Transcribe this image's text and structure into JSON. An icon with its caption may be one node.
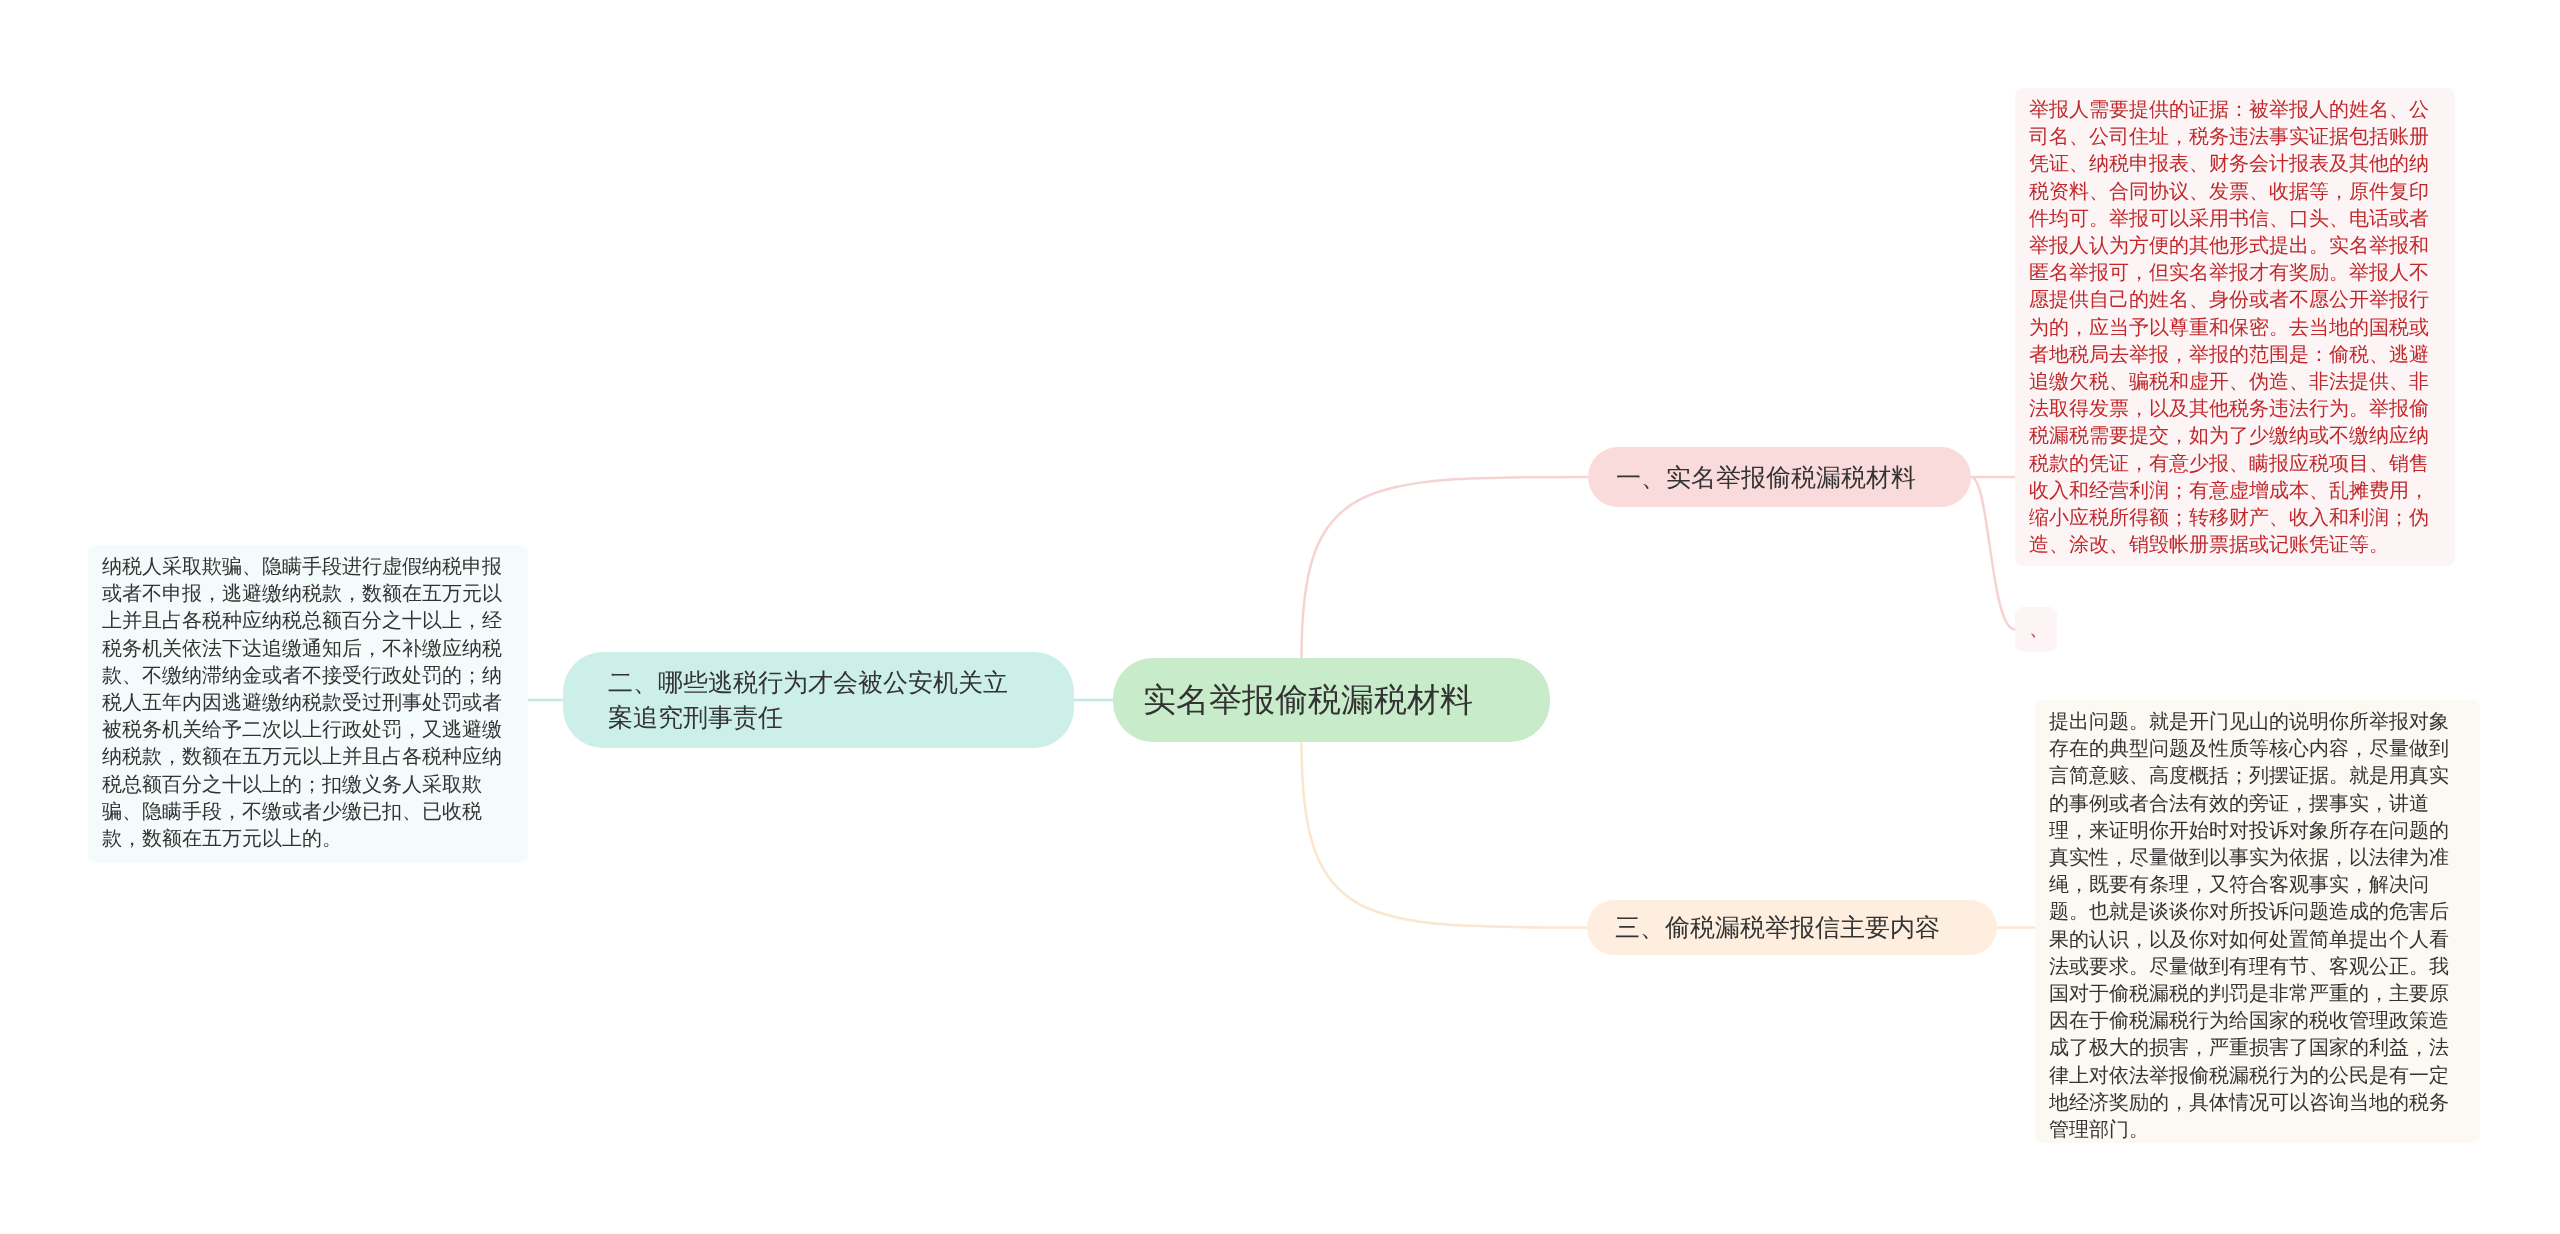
{
  "diagram": {
    "nodes": [
      {
        "text": [
          "实名举报偷税漏税材料"
        ]
      },
      {
        "text": [
          "一、实名举报偷税漏税材料"
        ]
      },
      {
        "text": [
          "二、哪些逃税行为才会被公安机关立案追究刑事责任"
        ]
      },
      {
        "text": [
          "三、偷税漏税举报信主要内容"
        ]
      },
      {
        "text": [
          "举报人需要提供的证据：被举报人的姓名、公司名、公司住址，税务违法事实证据包括账册凭证、纳税申报表、财务会计报表及其他的纳税资料、合同协议、发票、收据等，原件复印件均可。举报可以采用书信、口头、电话或者举报人认为方便的其他形式提出。实名举报和匿名举报可，但实名举报才有奖励。举报人不愿提供自己的姓名、身份或者不愿公开举报行为的，应当予以尊重和保密。去当地的国税或者地税局去举报，举报的范围是：偷税、逃避追缴欠税、骗税和虚开、伪造、非法提供、非法取得发票，以及其他税务违法行为。举报偷税漏税需要提交，如为了少缴纳或不缴纳应纳税款的凭证，有意少报、瞒报应税项目、销售收入和经营利润；有意虚增成本、乱摊费用，缩小应税所得额；转移财产、收入和利润；伪造、涂改、销毁帐册票据或记账凭证等。"
        ]
      },
      {
        "text": [
          "、"
        ]
      },
      {
        "text": [
          "提出问题。就是开门见山的说明你所举报对象存在的典型问题及性质等核心内容，尽量做到言简意赅、高度概括；列摆证据。就是用真实的事例或者合法有效的旁证，摆事实，讲道理，来证明你开始时对投诉对象所存在问题的真实性，尽量做到以事实为依据，以法律为准绳，既要有条理，又符合客观事实，解决问题。也就是谈谈你对所投诉问题造成的危害后果的认识，以及你对如何处置简单提出个人看法或要求。尽量做到有理有节、客观公正。我国对于偷税漏税的判罚是非常严重的，主要原因在于偷税漏税行为给国家的税收管理政策造成了极大的损害，严重损害了国家的利益，法律上对依法举报偷税漏税行为的公民是有一定地经济奖励的，具体情况可以咨询当地的税务管理部门。"
        ]
      },
      {
        "text": [
          "纳税人采取欺骗、隐瞒手段进行虚假纳税申报或者不申报，逃避缴纳税款，数额在五万元以上并且占各税种应纳税总额百分之十以上，经税务机关依法下达追缴通知后，不补缴应纳税款、不缴纳滞纳金或者不接受行政处罚的；纳税人五年内因逃避缴纳税款受过刑事处罚或者被税务机关给予二次以上行政处罚，又逃避缴纳税款，数额在五万元以上并且占各税种应纳税总额百分之十以上的；扣缴义务人采取欺骗、隐瞒手段，不缴或者少缴已扣、已收税款，数额在五万元以上的。"
        ]
      }
    ],
    "edges": [
      {
        "from": 0,
        "to": 1,
        "arrow": "none",
        "color": "#f6d3d3"
      },
      {
        "from": 0,
        "to": 2,
        "arrow": "none",
        "color": "#bfe9e2"
      },
      {
        "from": 0,
        "to": 3,
        "arrow": "none",
        "color": "#fbe6cf"
      },
      {
        "from": 1,
        "to": 4,
        "arrow": "none",
        "color": "#f6d3d3"
      },
      {
        "from": 1,
        "to": 5,
        "arrow": "none",
        "color": "#f6d3d3"
      },
      {
        "from": 3,
        "to": 6,
        "arrow": "none",
        "color": "#fbe6cf"
      },
      {
        "from": 2,
        "to": 7,
        "arrow": "none",
        "color": "#bfe9e2"
      }
    ]
  }
}
